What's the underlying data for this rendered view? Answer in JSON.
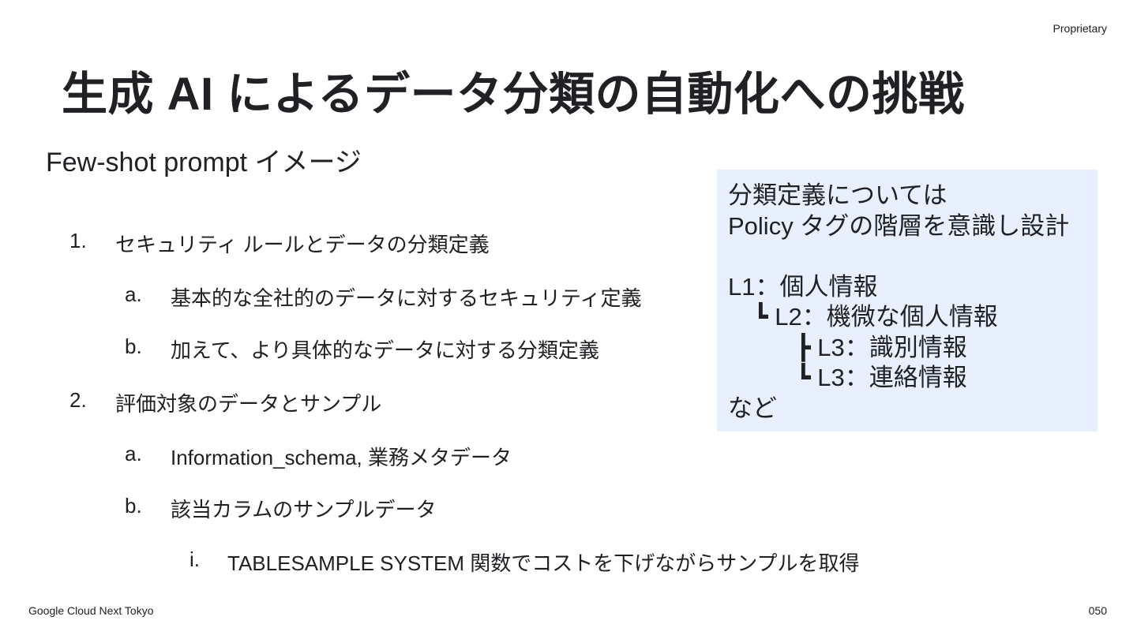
{
  "header": {
    "proprietary_label": "Proprietary"
  },
  "slide": {
    "title": "生成 AI によるデータ分類の自動化への挑戦",
    "subtitle": "Few-shot prompt イメージ"
  },
  "list": [
    {
      "marker": "1.",
      "text": "セキュリティ ルールとデータの分類定義"
    },
    {
      "marker": "a.",
      "text": "基本的な全社的のデータに対するセキュリティ定義"
    },
    {
      "marker": "b.",
      "text": "加えて、より具体的なデータに対する分類定義"
    },
    {
      "marker": "2.",
      "text": "評価対象のデータとサンプル"
    },
    {
      "marker": "a.",
      "text": "Information_schema, 業務メタデータ"
    },
    {
      "marker": "b.",
      "text": "該当カラムのサンプルデータ"
    },
    {
      "marker": "i.",
      "text": "TABLESAMPLE SYSTEM 関数でコストを下げながらサンプルを取得"
    }
  ],
  "info_box": {
    "lines": [
      "分類定義については",
      "Policy タグの階層を意識し設計",
      "",
      "L1：個人情報",
      "┗ L2：機微な個人情報",
      "┣ L3：識別情報",
      "┗ L3：連絡情報",
      "など"
    ],
    "background": "#e8f0fe"
  },
  "footer": {
    "event": "Google Cloud Next Tokyo",
    "page_number": "050"
  }
}
